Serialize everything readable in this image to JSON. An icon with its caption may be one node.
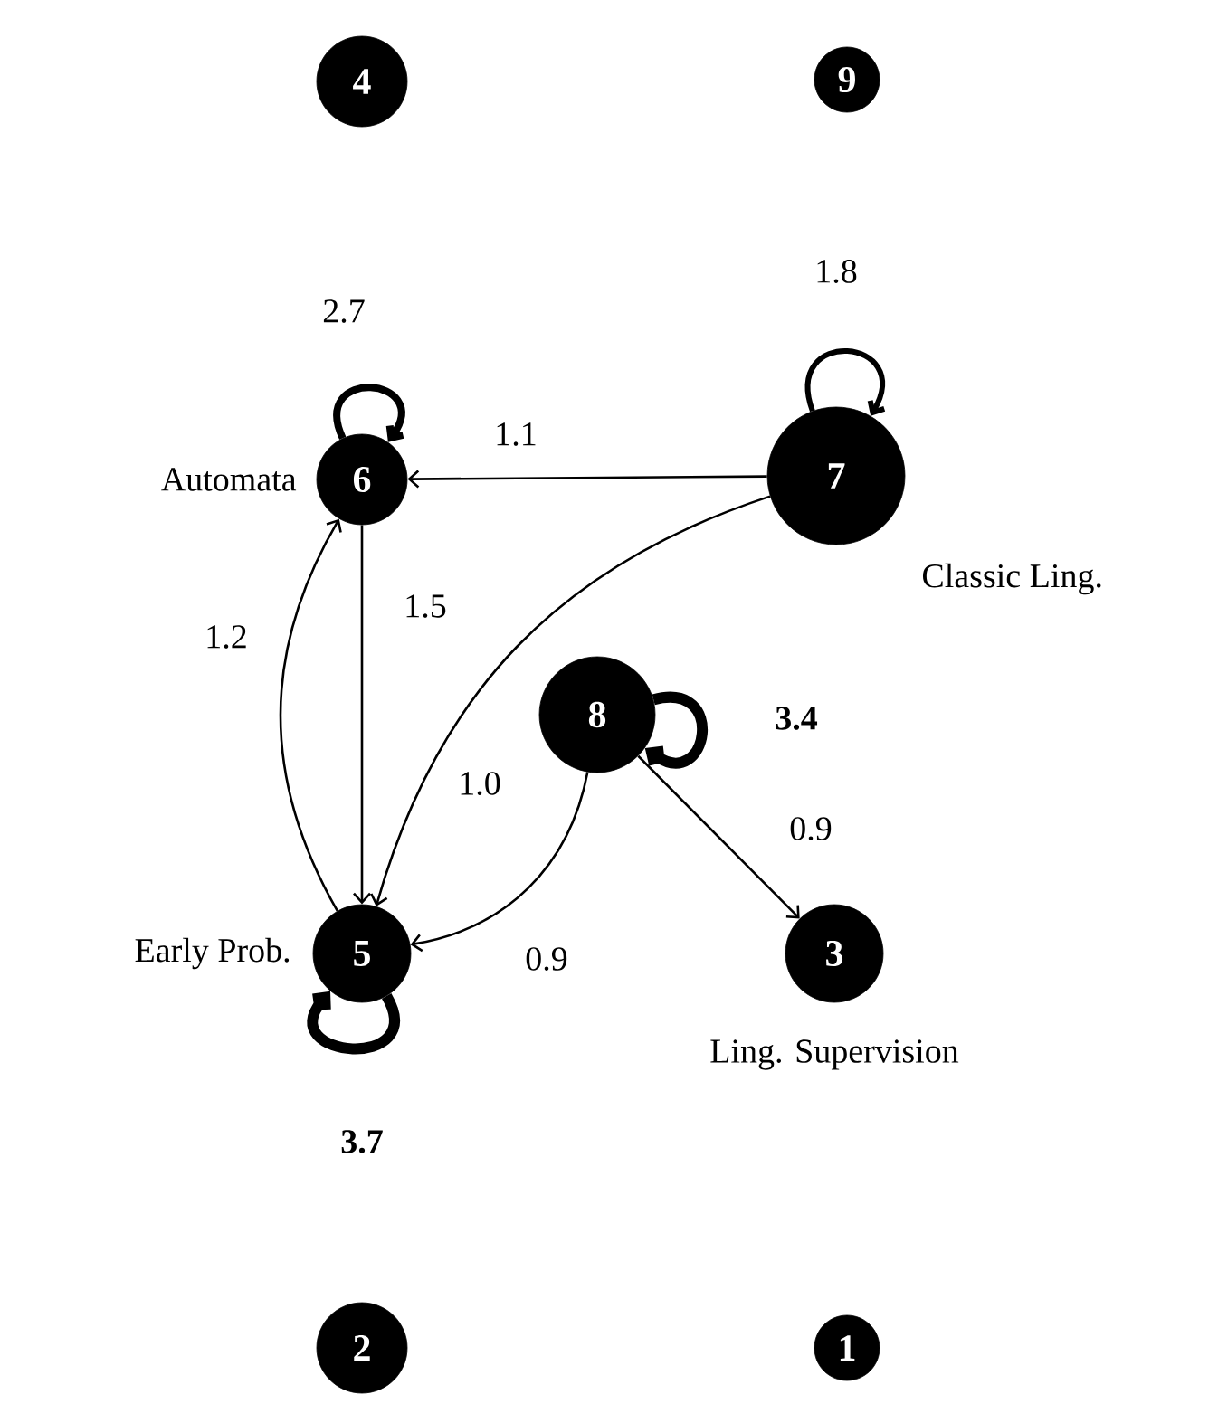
{
  "diagram": {
    "nodes": [
      {
        "text": [
          "4"
        ]
      },
      {
        "text": [
          "9"
        ]
      },
      {
        "text": [
          "6"
        ],
        "beside": [
          "Automata"
        ]
      },
      {
        "text": [
          "7"
        ],
        "beside": [
          "Classic Ling."
        ]
      },
      {
        "text": [
          "8"
        ]
      },
      {
        "text": [
          "5"
        ],
        "beside": [
          "Early Prob."
        ]
      },
      {
        "text": [
          "3"
        ],
        "beside": [
          "Ling. Supervision"
        ]
      },
      {
        "text": [
          "2"
        ]
      },
      {
        "text": [
          "1"
        ]
      }
    ],
    "edges": [
      {
        "from": 2,
        "to": 2,
        "arrow": "to",
        "label": "2.7",
        "style": "thick"
      },
      {
        "from": 3,
        "to": 3,
        "arrow": "to",
        "label": "1.8",
        "style": "thick"
      },
      {
        "from": 3,
        "to": 2,
        "arrow": "to",
        "label": "1.1"
      },
      {
        "from": 2,
        "to": 5,
        "arrow": "to",
        "label": "1.5"
      },
      {
        "from": 5,
        "to": 2,
        "arrow": "to",
        "label": "1.2"
      },
      {
        "from": 3,
        "to": 5,
        "arrow": "to",
        "label": "1.0"
      },
      {
        "from": 4,
        "to": 4,
        "arrow": "to",
        "label": "3.4",
        "style": "thick"
      },
      {
        "from": 4,
        "to": 5,
        "arrow": "to",
        "label": "0.9"
      },
      {
        "from": 4,
        "to": 6,
        "arrow": "to",
        "label": "0.9"
      },
      {
        "from": 5,
        "to": 5,
        "arrow": "to",
        "label": "3.7",
        "style": "thick"
      }
    ]
  }
}
